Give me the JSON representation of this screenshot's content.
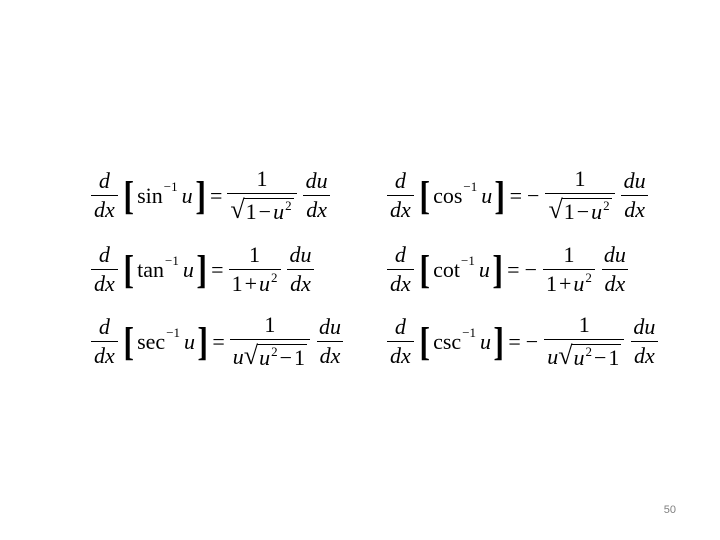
{
  "formulas": {
    "sin": {
      "d": "d",
      "dx": "dx",
      "fn": "sin",
      "exp": "−1",
      "var": "u",
      "eq": "=",
      "sign": "",
      "num": "1",
      "den_a": "1",
      "den_op": "−",
      "den_u": "u",
      "den_exp": "2",
      "du": "du",
      "dx2": "dx"
    },
    "cos": {
      "d": "d",
      "dx": "dx",
      "fn": "cos",
      "exp": "−1",
      "var": "u",
      "eq": "=",
      "sign": "−",
      "num": "1",
      "den_a": "1",
      "den_op": "−",
      "den_u": "u",
      "den_exp": "2",
      "du": "du",
      "dx2": "dx"
    },
    "tan": {
      "d": "d",
      "dx": "dx",
      "fn": "tan",
      "exp": "−1",
      "var": "u",
      "eq": "=",
      "sign": "",
      "num": "1",
      "den_a": "1",
      "den_op": "+",
      "den_u": "u",
      "den_exp": "2",
      "du": "du",
      "dx2": "dx"
    },
    "cot": {
      "d": "d",
      "dx": "dx",
      "fn": "cot",
      "exp": "−1",
      "var": "u",
      "eq": "=",
      "sign": "−",
      "num": "1",
      "den_a": "1",
      "den_op": "+",
      "den_u": "u",
      "den_exp": "2",
      "du": "du",
      "dx2": "dx"
    },
    "sec": {
      "d": "d",
      "dx": "dx",
      "fn": "sec",
      "exp": "−1",
      "var": "u",
      "eq": "=",
      "sign": "",
      "num": "1",
      "den_pre": "u",
      "den_u": "u",
      "den_exp": "2",
      "den_op": "−",
      "den_b": "1",
      "du": "du",
      "dx2": "dx"
    },
    "csc": {
      "d": "d",
      "dx": "dx",
      "fn": "csc",
      "exp": "−1",
      "var": "u",
      "eq": "=",
      "sign": "−",
      "num": "1",
      "den_pre": "u",
      "den_u": "u",
      "den_exp": "2",
      "den_op": "−",
      "den_b": "1",
      "du": "du",
      "dx2": "dx"
    }
  },
  "page_number": "50"
}
